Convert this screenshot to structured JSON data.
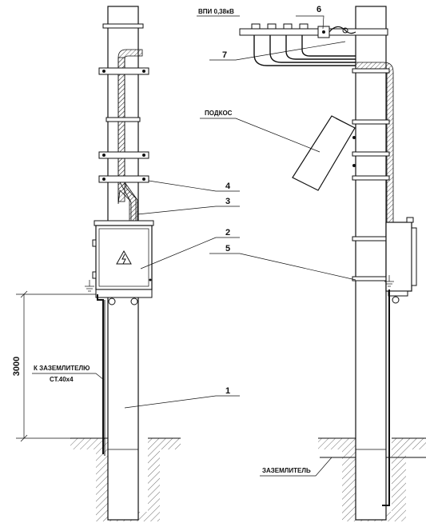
{
  "labels": {
    "cable_type": "ВПИ 0,38кВ",
    "brace": "ПОДКОС",
    "ground_lead": "К ЗАЗЕМЛИТЕЛЮ",
    "ground_lead_spec": "СТ.40х4",
    "grounding": "ЗАЗЕМЛИТЕЛЬ",
    "height_dim": "3000"
  },
  "callouts": {
    "n1": "1",
    "n2": "2",
    "n3": "3",
    "n4": "4",
    "n5": "5",
    "n6": "6",
    "n7": "7"
  }
}
